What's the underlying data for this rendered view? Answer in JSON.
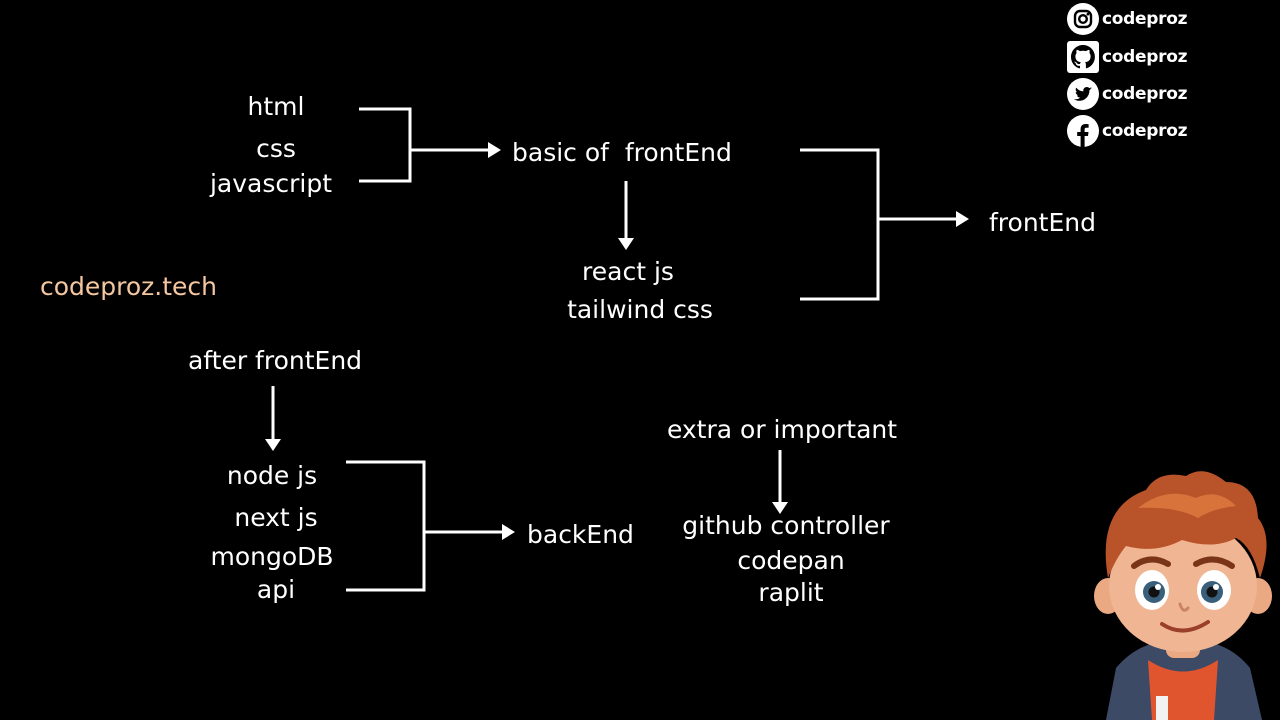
{
  "website": "codeproz.tech",
  "social": [
    {
      "icon": "instagram-icon",
      "handle": "codeproz"
    },
    {
      "icon": "github-icon",
      "handle": "codeproz"
    },
    {
      "icon": "twitter-icon",
      "handle": "codeproz"
    },
    {
      "icon": "facebook-icon",
      "handle": "codeproz"
    }
  ],
  "frontend": {
    "inputs": [
      "html",
      "css",
      "javascript"
    ],
    "basic": "basic of  frontEnd",
    "frameworks": [
      "react js",
      "tailwind css"
    ],
    "result": "frontEnd"
  },
  "backend": {
    "heading": "after frontEnd",
    "items": [
      "node js",
      "next js",
      "mongoDB",
      "api"
    ],
    "result": "backEnd"
  },
  "extra": {
    "heading": "extra or important",
    "items": [
      "github controller",
      "codepan",
      "raplit"
    ]
  },
  "colors": {
    "background": "#000000",
    "text": "#ffffff",
    "accent": "#f5c7a0"
  }
}
